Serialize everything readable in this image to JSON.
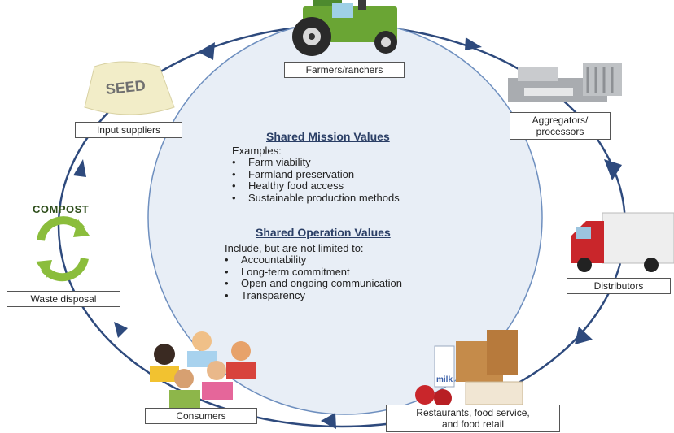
{
  "nodes": {
    "farmers": "Farmers/ranchers",
    "aggregators": "Aggregators/\nprocessors",
    "distributors": "Distributors",
    "restaurants": "Restaurants, food service,\nand food retail",
    "consumers": "Consumers",
    "waste": "Waste disposal",
    "input": "Input suppliers"
  },
  "center": {
    "mission_heading": "Shared Mission Values",
    "mission_intro": "Examples:",
    "mission_items": [
      "Farm viability",
      "Farmland preservation",
      "Healthy food access",
      "Sustainable production methods"
    ],
    "operation_heading": "Shared Operation Values",
    "operation_intro": "Include, but are not limited to:",
    "operation_items": [
      "Accountability",
      "Long-term commitment",
      "Open and ongoing communication",
      "Transparency"
    ]
  },
  "icons": {
    "seed_text": "SEED",
    "compost_text": "COMPOST",
    "milk_text": "milk"
  },
  "colors": {
    "ring": "#2e4a7d",
    "circle_fill": "#e8eef6"
  }
}
